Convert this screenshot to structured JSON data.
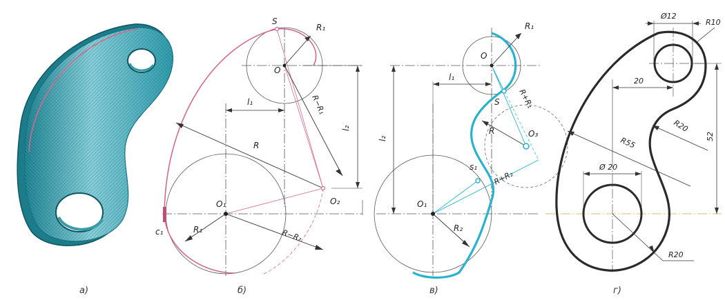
{
  "colors": {
    "outline_pink": "#d36a8e",
    "contour_blue": "#2ab2cc",
    "thin_line": "#555555",
    "dim_line": "#444444",
    "dark": "#222222",
    "axis_orange": "#e6b87a",
    "part_fill": "#4aa7b4"
  },
  "captions": [
    "а)",
    "б)",
    "в)",
    "г)"
  ],
  "panel_b": {
    "labels": {
      "s": "S",
      "o": "O",
      "o1": "O₁",
      "o2": "O₂",
      "r1_top": "R₁",
      "r": "R",
      "r_minus_r1": "R−R₁",
      "l1": "l₁",
      "l2": "l₂",
      "r1_bottom": "R₁",
      "r_minus_r2": "R−R₂",
      "c1": "c₁"
    }
  },
  "panel_v": {
    "labels": {
      "r1": "R₁",
      "o": "O",
      "l1": "l₁",
      "s": "S",
      "r_plus_r1": "R+R₁",
      "r": "R",
      "o3": "O₃",
      "l2": "l₂",
      "s1": "s₁",
      "r_plus_r2": "R+R₂",
      "o1": "O₁",
      "r2": "R₂"
    }
  },
  "panel_g": {
    "dims": {
      "d12": "Ø12",
      "r10": "R10",
      "d20_len": "20",
      "r20_inner": "R20",
      "d52": "52",
      "r55": "R55",
      "d20_hole": "Ø 20",
      "r20_outer": "R20"
    }
  }
}
